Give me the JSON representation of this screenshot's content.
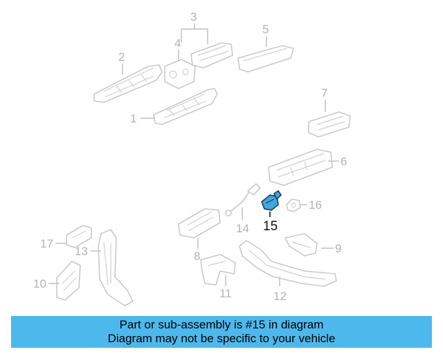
{
  "diagram": {
    "callouts": [
      {
        "id": "1",
        "label": "1"
      },
      {
        "id": "2",
        "label": "2"
      },
      {
        "id": "3",
        "label": "3"
      },
      {
        "id": "4",
        "label": "4"
      },
      {
        "id": "5",
        "label": "5"
      },
      {
        "id": "6",
        "label": "6"
      },
      {
        "id": "7",
        "label": "7"
      },
      {
        "id": "8",
        "label": "8"
      },
      {
        "id": "9",
        "label": "9"
      },
      {
        "id": "10",
        "label": "10"
      },
      {
        "id": "11",
        "label": "11"
      },
      {
        "id": "12",
        "label": "12"
      },
      {
        "id": "13",
        "label": "13"
      },
      {
        "id": "14",
        "label": "14"
      },
      {
        "id": "15",
        "label": "15",
        "highlighted": true
      },
      {
        "id": "16",
        "label": "16"
      },
      {
        "id": "17",
        "label": "17"
      }
    ],
    "highlight_color": "#3da9e0"
  },
  "banner": {
    "line1": "Part or sub-assembly is #15 in diagram",
    "line2": "Diagram may not be specific to your vehicle",
    "background": "#4db8ec"
  }
}
